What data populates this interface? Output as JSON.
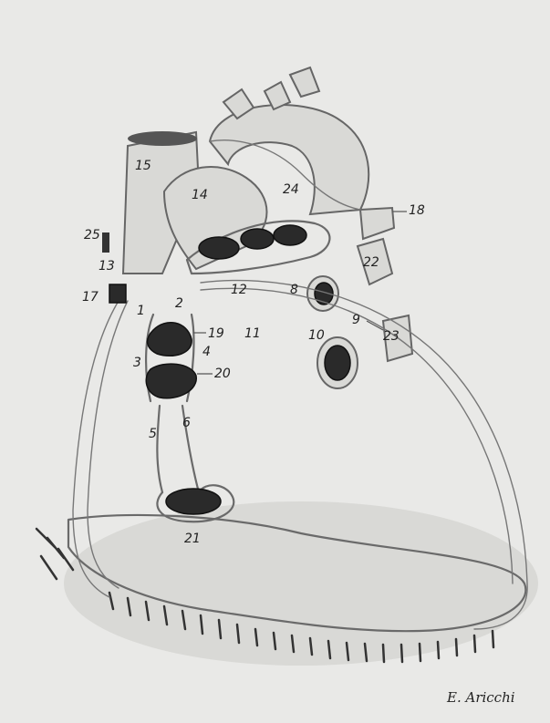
{
  "labels": [
    {
      "id": "l1",
      "text": "1"
    },
    {
      "id": "l2",
      "text": "2"
    },
    {
      "id": "l3",
      "text": "3"
    },
    {
      "id": "l4",
      "text": "4"
    },
    {
      "id": "l5",
      "text": "5"
    },
    {
      "id": "l6",
      "text": "6"
    },
    {
      "id": "l8",
      "text": "8"
    },
    {
      "id": "l9",
      "text": "9"
    },
    {
      "id": "l10",
      "text": "10"
    },
    {
      "id": "l11",
      "text": "11"
    },
    {
      "id": "l12",
      "text": "12"
    },
    {
      "id": "l13",
      "text": "13"
    },
    {
      "id": "l14",
      "text": "14"
    },
    {
      "id": "l15",
      "text": "15"
    },
    {
      "id": "l17",
      "text": "17"
    },
    {
      "id": "l18",
      "text": "18"
    },
    {
      "id": "l19",
      "text": "19"
    },
    {
      "id": "l20",
      "text": "20"
    },
    {
      "id": "l21",
      "text": "21"
    },
    {
      "id": "l22",
      "text": "22"
    },
    {
      "id": "l23",
      "text": "23"
    },
    {
      "id": "l24",
      "text": "24"
    },
    {
      "id": "l25",
      "text": "25"
    }
  ],
  "signature": "E. Aricchi",
  "colors": {
    "paper": "#e9e9e7",
    "ink": "#6a6a6a",
    "dark": "#2a2a2a"
  }
}
